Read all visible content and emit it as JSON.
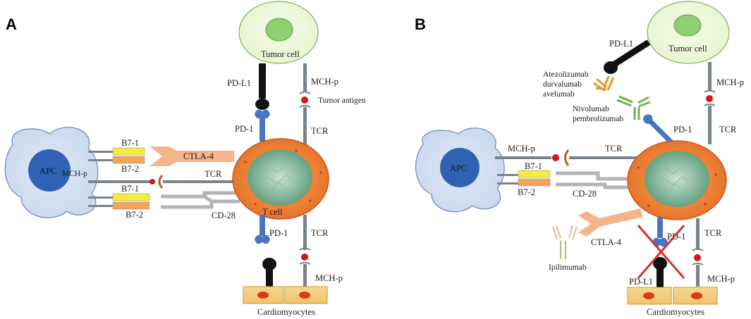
{
  "colors": {
    "tumor_fill": "#e6f5cf",
    "tumor_nucleus": "#8fcf72",
    "tcell_outer": "#e6702a",
    "tcell_inner": "#5c9a7a",
    "apc_fill": "#c9d8ee",
    "apc_nucleus": "#2f62b5",
    "pd1_blue": "#4a74c4",
    "ctla4_peach": "#f5b48a",
    "cardio_fill": "#f2c46a",
    "cardio_nucleus": "#d93a1e",
    "receptor_gray": "#7a828c",
    "cd28_gray": "#b4b4b4",
    "b71_yellow": "#f4ee3a",
    "b72_orange": "#f5a35c",
    "mhc_red": "#d01818",
    "tcr_arc": "#b06030",
    "pdl1_black": "#111111",
    "cross_red": "#d23030"
  },
  "panel_a": {
    "letter": "A",
    "tumor_cell": "Tumor cell",
    "pd_l1": "PD-L1",
    "mch_p_top": "MCH-p",
    "tumor_antigen": "Tumor antigen",
    "pd_1_top": "PD-1",
    "tcr_top": "TCR",
    "b7_1_top": "B7-1",
    "ctla_4": "CTLA-4",
    "b7_2_top": "B7-2",
    "apc": "APC",
    "mch_p_apc": "MCH-p",
    "tcr_apc": "TCR",
    "b7_1_bottom": "B7-1",
    "b7_2_bottom": "B7-2",
    "t_cell": "T cell",
    "cd_28": "CD-28",
    "pd_1_bottom": "PD-1",
    "tcr_bottom": "TCR",
    "mch_p_bottom": "MCH-p",
    "cardiomyocytes": "Cardiomyocytes"
  },
  "panel_b": {
    "letter": "B",
    "pd_l1_top": "PD-L1",
    "tumor_cell": "Tumor cell",
    "anti_pdl1_drugs": [
      "Atezolizumab",
      "durvalumab",
      "avelumab"
    ],
    "mch_p_tumor": "MCH-p",
    "anti_pd1_drugs": [
      "Nivolumab",
      "pembrolizumab"
    ],
    "pd_1_top": "PD-1",
    "tcr_top": "TCR",
    "mch_p_apc": "MCH-p",
    "tcr_apc": "TCR",
    "apc": "APC",
    "b7_1": "B7-1",
    "b7_2": "B7-2",
    "cd_28": "CD-28",
    "ctla_4": "CTLA-4",
    "pd_1_bottom": "PD-1",
    "tcr_bottom": "TCR",
    "ipilimumab": "Ipilimumab",
    "pd_l1_bottom": "PD-L1",
    "mch_p_bottom": "MCH-p",
    "cardiomyocytes": "Cardiomyocytes"
  }
}
